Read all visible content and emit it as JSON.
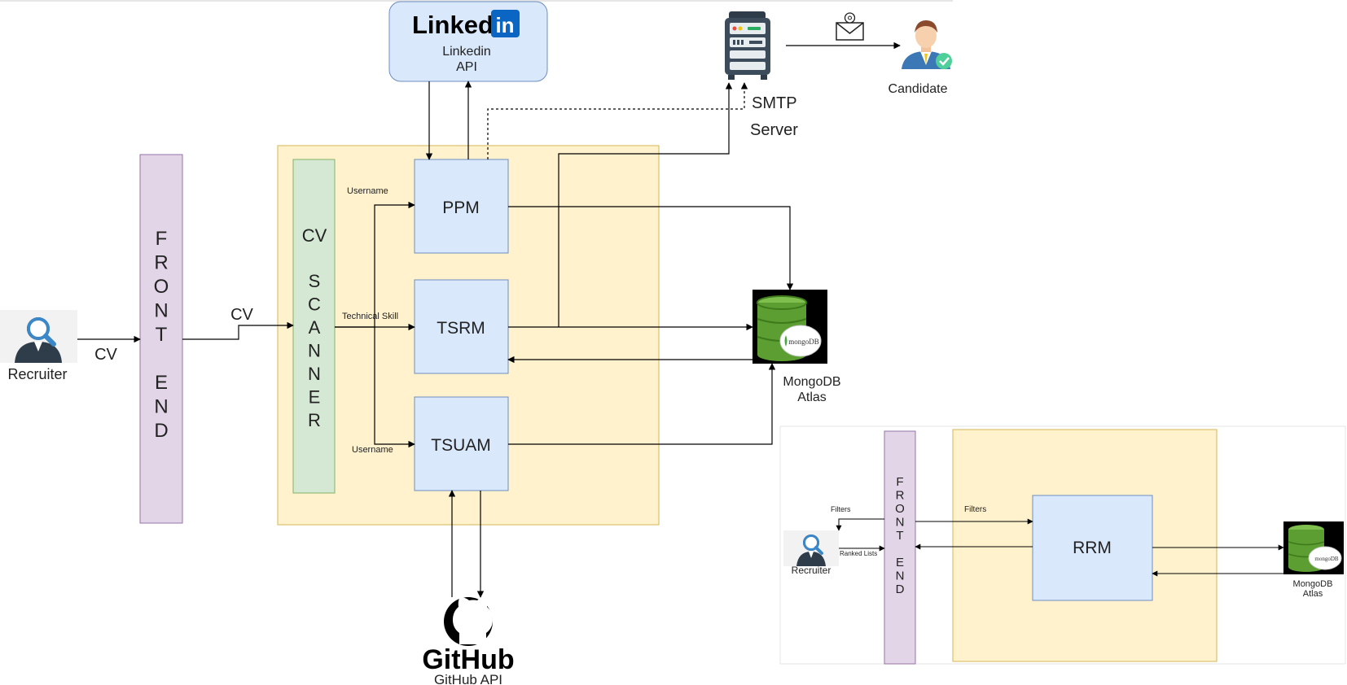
{
  "linkedin": {
    "logo_word": "Linked",
    "logo_in": "in",
    "label_line1": "Linkedin",
    "label_line2": "API"
  },
  "smtp": {
    "label_line1": "SMTP",
    "label_line2": "Server"
  },
  "candidate": {
    "label": "Candidate"
  },
  "recruiter_main": {
    "label": "Recruiter"
  },
  "front_end_main": {
    "letters": [
      "F",
      "R",
      "O",
      "N",
      "T",
      "",
      "E",
      "N",
      "D"
    ]
  },
  "cv_scanner": {
    "title": "CV",
    "letters": [
      "S",
      "C",
      "A",
      "N",
      "N",
      "E",
      "R"
    ]
  },
  "modules": {
    "ppm": "PPM",
    "tsrm": "TSRM",
    "tsuam": "TSUAM",
    "rrm": "RRM"
  },
  "edge_labels": {
    "cv_left": "CV",
    "cv_right": "CV",
    "username_top": "Username",
    "technical_skill": "Technical Skill",
    "username_bottom": "Username",
    "filters_left": "Filters",
    "ranked_lists": "Ranked Lists",
    "filters_right": "Filters"
  },
  "mongodb_main": {
    "logo_text": "mongoDB",
    "label_line1": "MongoDB",
    "label_line2": "Atlas"
  },
  "github": {
    "logo_text": "GitHub",
    "label": "GitHub API"
  },
  "recruiter_sub": {
    "label": "Recruiter"
  },
  "front_end_sub": {
    "letters": [
      "F",
      "R",
      "O",
      "N",
      "T",
      "",
      "E",
      "N",
      "D"
    ]
  },
  "mongodb_sub": {
    "logo_text": "mongoDB",
    "label_line1": "MongoDB",
    "label_line2": "Atlas"
  },
  "colors": {
    "front_end_fill": "#e1d5e7",
    "front_end_stroke": "#9673a6",
    "scanner_fill": "#d5e8d4",
    "scanner_stroke": "#82b366",
    "module_fill": "#dae8fc",
    "module_stroke": "#6c8ebf",
    "container_fill": "#fff2cc",
    "container_stroke": "#d6b656",
    "linkedin_blue": "#0a66c2",
    "mongo_green": "#5c9e31"
  }
}
